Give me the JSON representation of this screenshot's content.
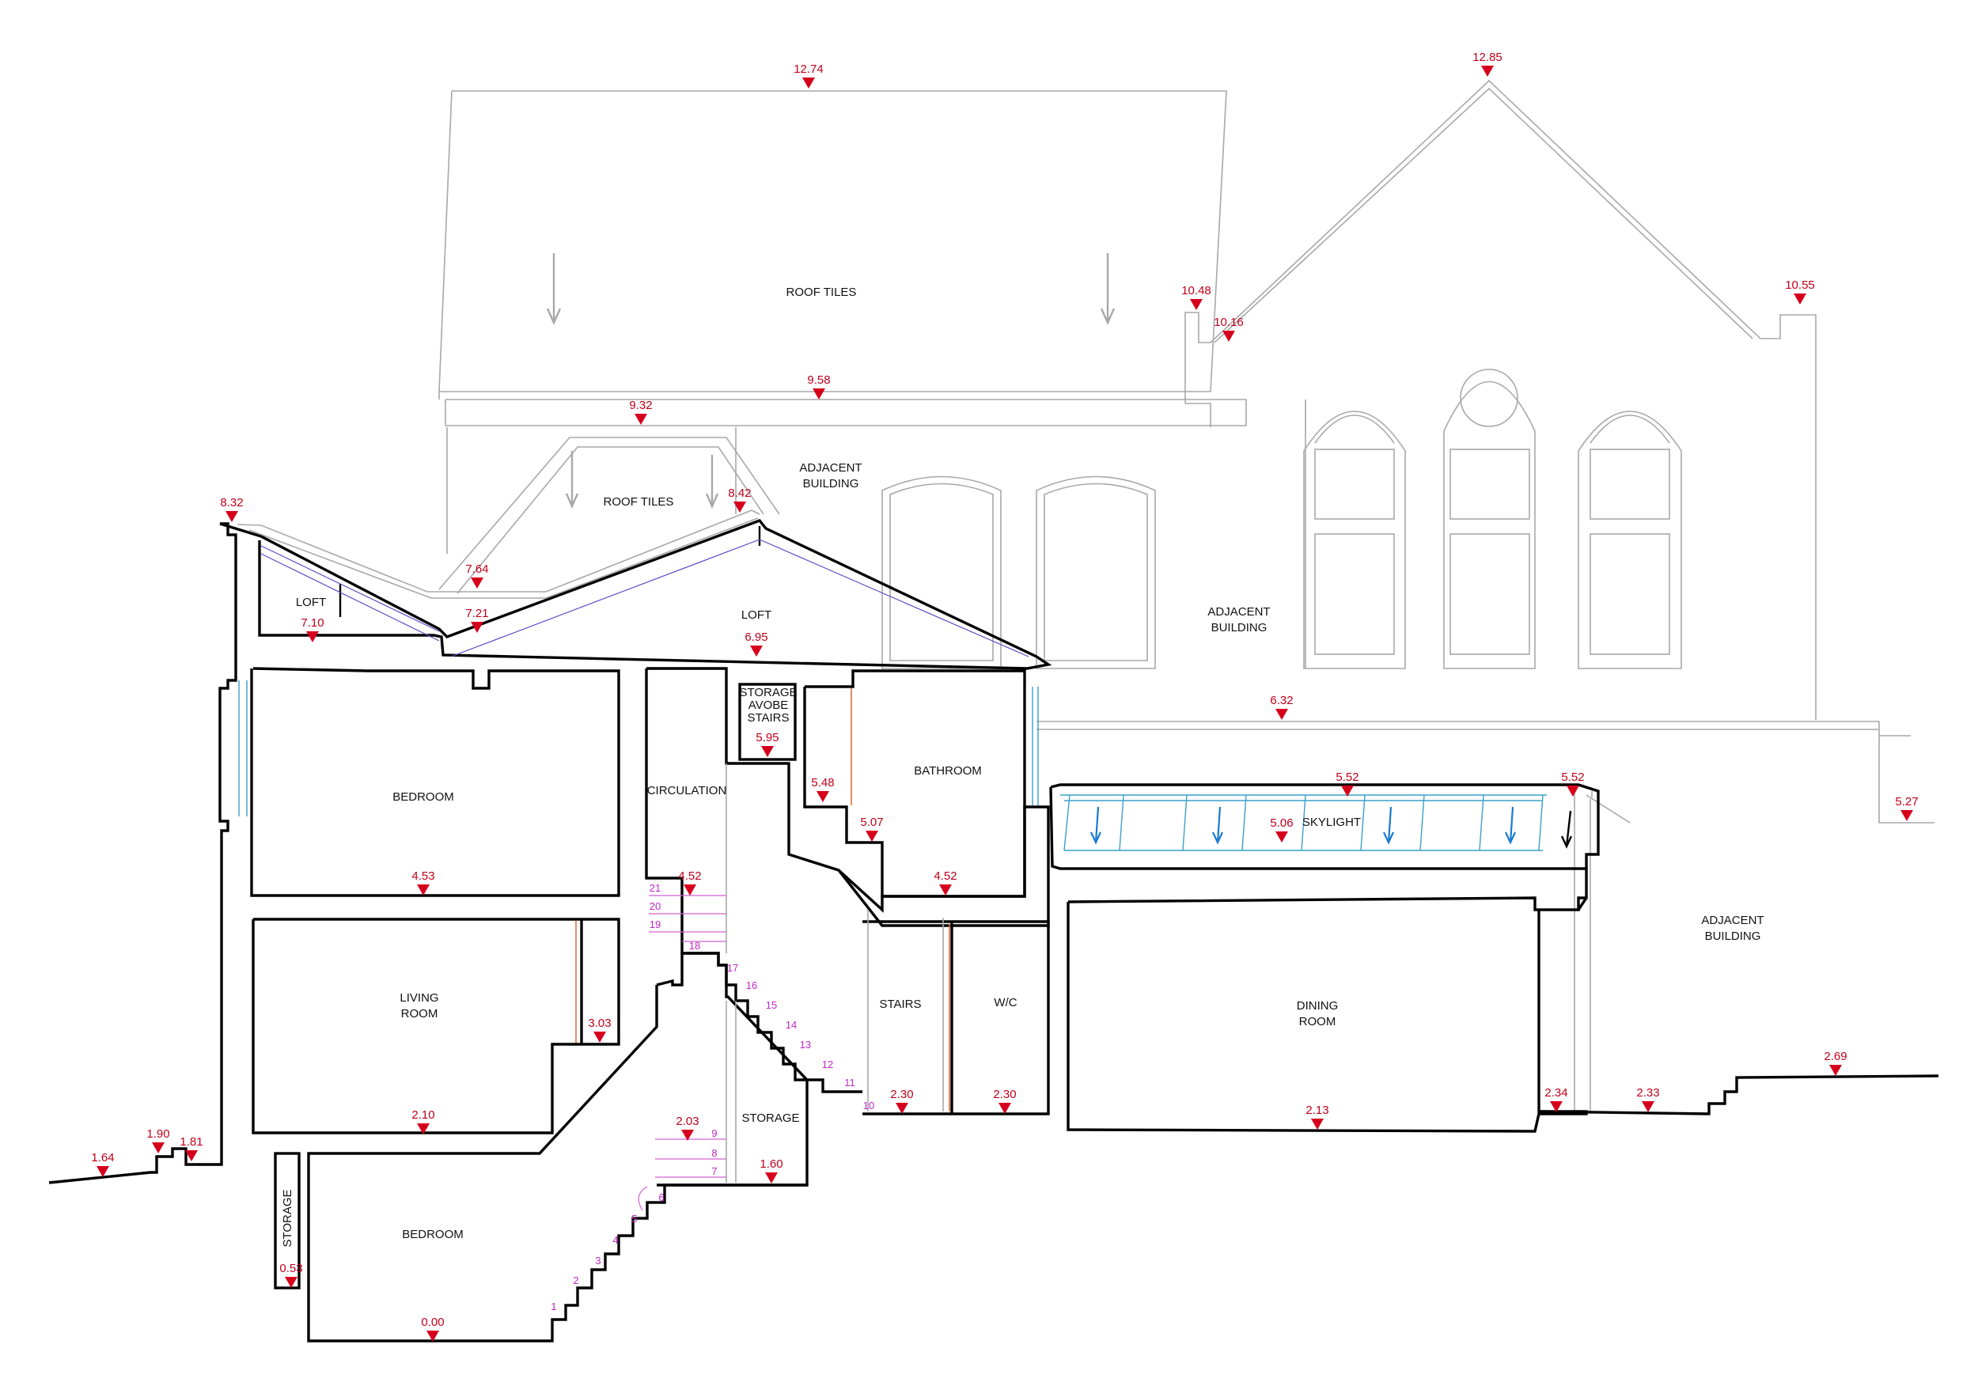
{
  "rooms": {
    "roof_tiles_main": "ROOF TILES",
    "roof_tiles_lower": "ROOF TILES",
    "adjacent_top": [
      "ADJACENT",
      "BUILDING"
    ],
    "adjacent_mid": [
      "ADJACENT",
      "BUILDING"
    ],
    "adjacent_right": [
      "ADJACENT",
      "BUILDING"
    ],
    "loft_left": "LOFT",
    "loft_center": "LOFT",
    "storage_above_stairs": [
      "STORAGE",
      "AVOBE",
      "STAIRS"
    ],
    "bedroom_upper": "BEDROOM",
    "circulation": "CIRCULATION",
    "bathroom": "BATHROOM",
    "skylight": "SKYLIGHT",
    "living_room": [
      "LIVING",
      "ROOM"
    ],
    "stairs": "STAIRS",
    "wc": "W/C",
    "dining_room": [
      "DINING",
      "ROOM"
    ],
    "storage_mid": "STORAGE",
    "storage_low": "STORAGE",
    "bedroom_lower": "BEDROOM"
  },
  "levels": {
    "ridge_main": "12.74",
    "ridge_church": "12.85",
    "church_parapet_left": "10.48",
    "church_gutter": "10.16",
    "church_parapet_right": "10.55",
    "eaves_main": "9.58",
    "lower_roof_eaves": "9.32",
    "lower_ridge": "8.42",
    "parapet_left": "8.32",
    "valley_top": "7.64",
    "valley_bottom": "7.21",
    "loft_left_floor": "7.10",
    "loft_floor": "6.95",
    "adjacent_ledge": "6.32",
    "storage_floor": "5.95",
    "skylight_top_left": "5.52",
    "skylight_top_right": "5.52",
    "bath_step_upper": "5.48",
    "adjacent_right_ledge": "5.27",
    "bath_step_lower": "5.07",
    "skylight_low": "5.06",
    "bedroom_floor": "4.53",
    "landing_floor": "4.52",
    "bathroom_floor": "4.52",
    "living_sill": "3.03",
    "stairs_floor": "2.30",
    "wc_floor": "2.30",
    "dining_floor": "2.13",
    "living_floor": "2.10",
    "stair_mid": "2.03",
    "garden_threshold": "2.34",
    "garden_step": "2.33",
    "garden_high": "2.69",
    "front_step": "1.90",
    "front_path": "1.81",
    "street": "1.64",
    "storage_mid_floor": "1.60",
    "storage_low_floor": "0.53",
    "basement_floor": "0.00"
  },
  "steps": {
    "upper_flight": [
      "21",
      "20",
      "19",
      "18",
      "17",
      "16",
      "15",
      "14",
      "13",
      "12",
      "11",
      "10"
    ],
    "lower_flight": [
      "9",
      "8",
      "7",
      "6",
      "5",
      "4",
      "3",
      "2",
      "1"
    ]
  }
}
